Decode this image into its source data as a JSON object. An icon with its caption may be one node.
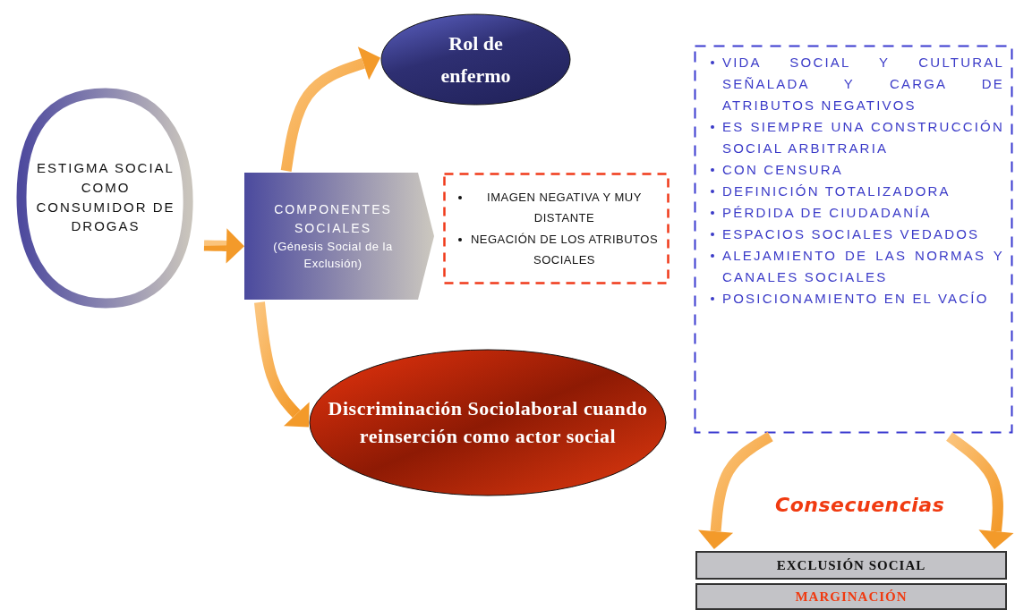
{
  "diagram": {
    "nodes": [
      {
        "text": [
          "ESTIGMA SOCIAL COMO CONSUMIDOR DE DROGAS"
        ]
      },
      {
        "text": [
          "COMPONENTES SOCIALES",
          "(Génesis Social de la Exclusión)"
        ]
      },
      {
        "text": [
          "IMAGEN NEGATIVA Y MUY DISTANTE",
          "NEGACIÓN DE LOS ATRIBUTOS SOCIALES"
        ]
      },
      {
        "text": [
          "Rol de enfermo"
        ]
      },
      {
        "text": [
          "Discriminación Sociolaboral cuando reinserción como actor social"
        ]
      },
      {
        "text": [
          "VIDA SOCIAL Y CULTURAL SEÑALADA Y CARGA DE ATRIBUTOS NEGATIVOS",
          "ES SIEMPRE UNA CONSTRUCCIÓN SOCIAL ARBITRARIA",
          "CON CENSURA",
          "DEFINICIÓN TOTALIZADORA",
          "PÉRDIDA DE CIUDADANÍA",
          "ESPACIOS SOCIALES VEDADOS",
          "ALEJAMIENTO DE LAS NORMAS Y CANALES SOCIALES",
          "POSICIONAMIENTO EN EL VACÍO"
        ]
      },
      {
        "text": [
          "EXCLUSIÓN SOCIAL"
        ]
      },
      {
        "text": [
          "MARGINACIÓN"
        ]
      }
    ],
    "edges": [
      {
        "from": 0,
        "to": 1,
        "arrow": "to",
        "style": "thick"
      },
      {
        "from": 1,
        "to": 3,
        "arrow": "to",
        "style": "thick"
      },
      {
        "from": 1,
        "to": 4,
        "arrow": "to",
        "style": "thick"
      },
      {
        "from": 5,
        "to": 6,
        "arrow": "to",
        "style": "thick"
      },
      {
        "from": 5,
        "to": 6,
        "arrow": "to",
        "style": "thick"
      }
    ],
    "labels": [
      "Consecuencias"
    ]
  }
}
